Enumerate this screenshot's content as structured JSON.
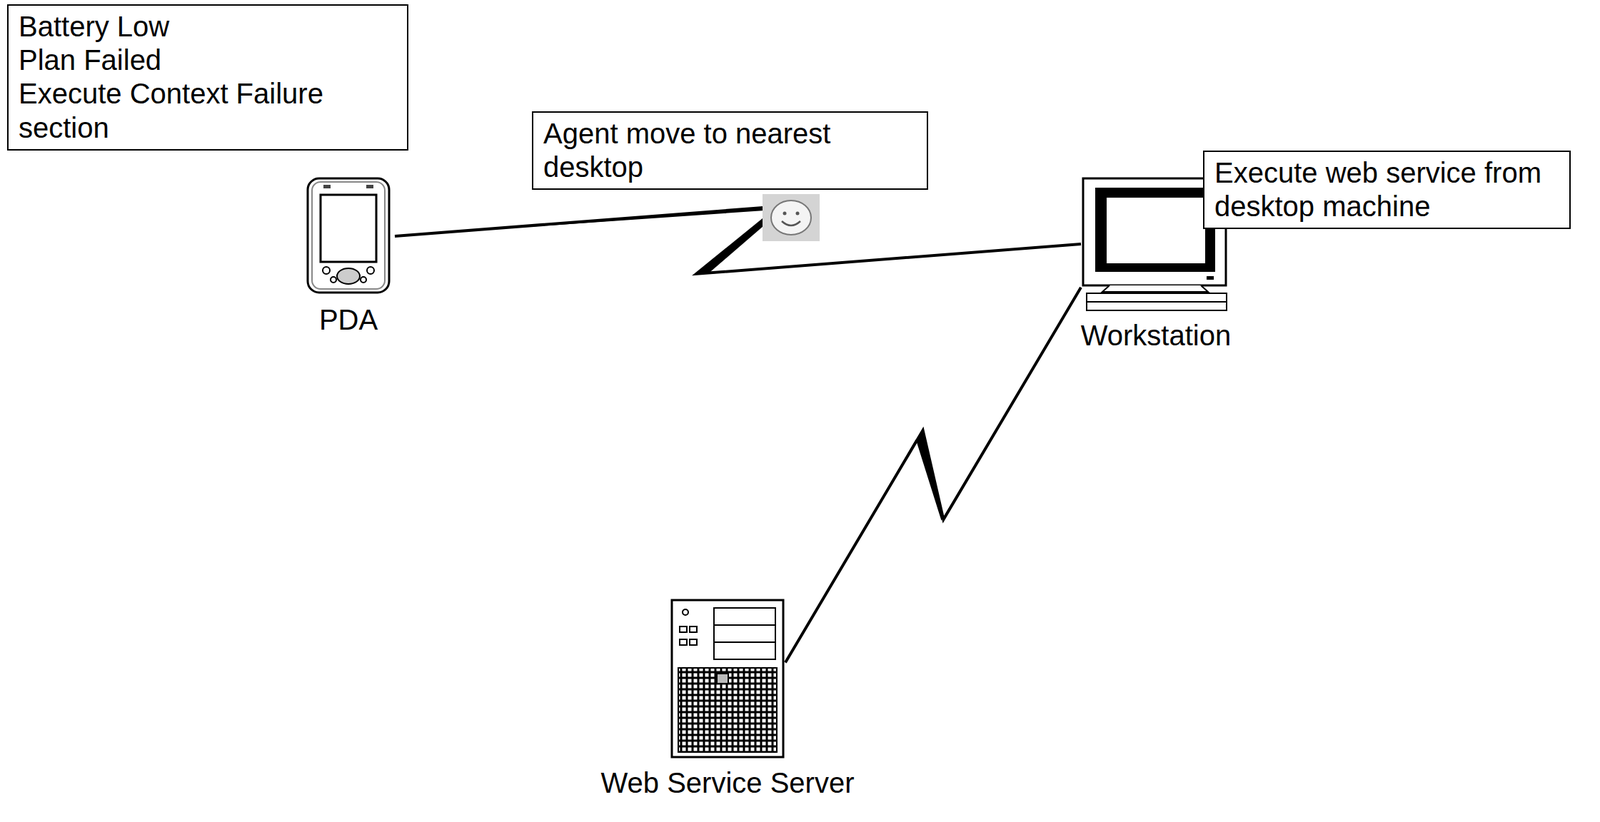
{
  "diagram": {
    "nodes": [
      {
        "text": [
          "Battery Low",
          "Plan Failed",
          "Execute Context Failure section"
        ]
      },
      {
        "text": [
          "PDA"
        ]
      },
      {
        "text": [
          "Agent move to nearest desktop"
        ]
      },
      {
        "text": [
          "Workstation"
        ]
      },
      {
        "text": [
          "Execute web service from desktop machine"
        ]
      },
      {
        "text": [
          "Web Service Server"
        ]
      }
    ],
    "edges": [
      {
        "from": 1,
        "to": 3,
        "arrow": "none"
      },
      {
        "from": 3,
        "to": 5,
        "arrow": "none"
      }
    ]
  }
}
